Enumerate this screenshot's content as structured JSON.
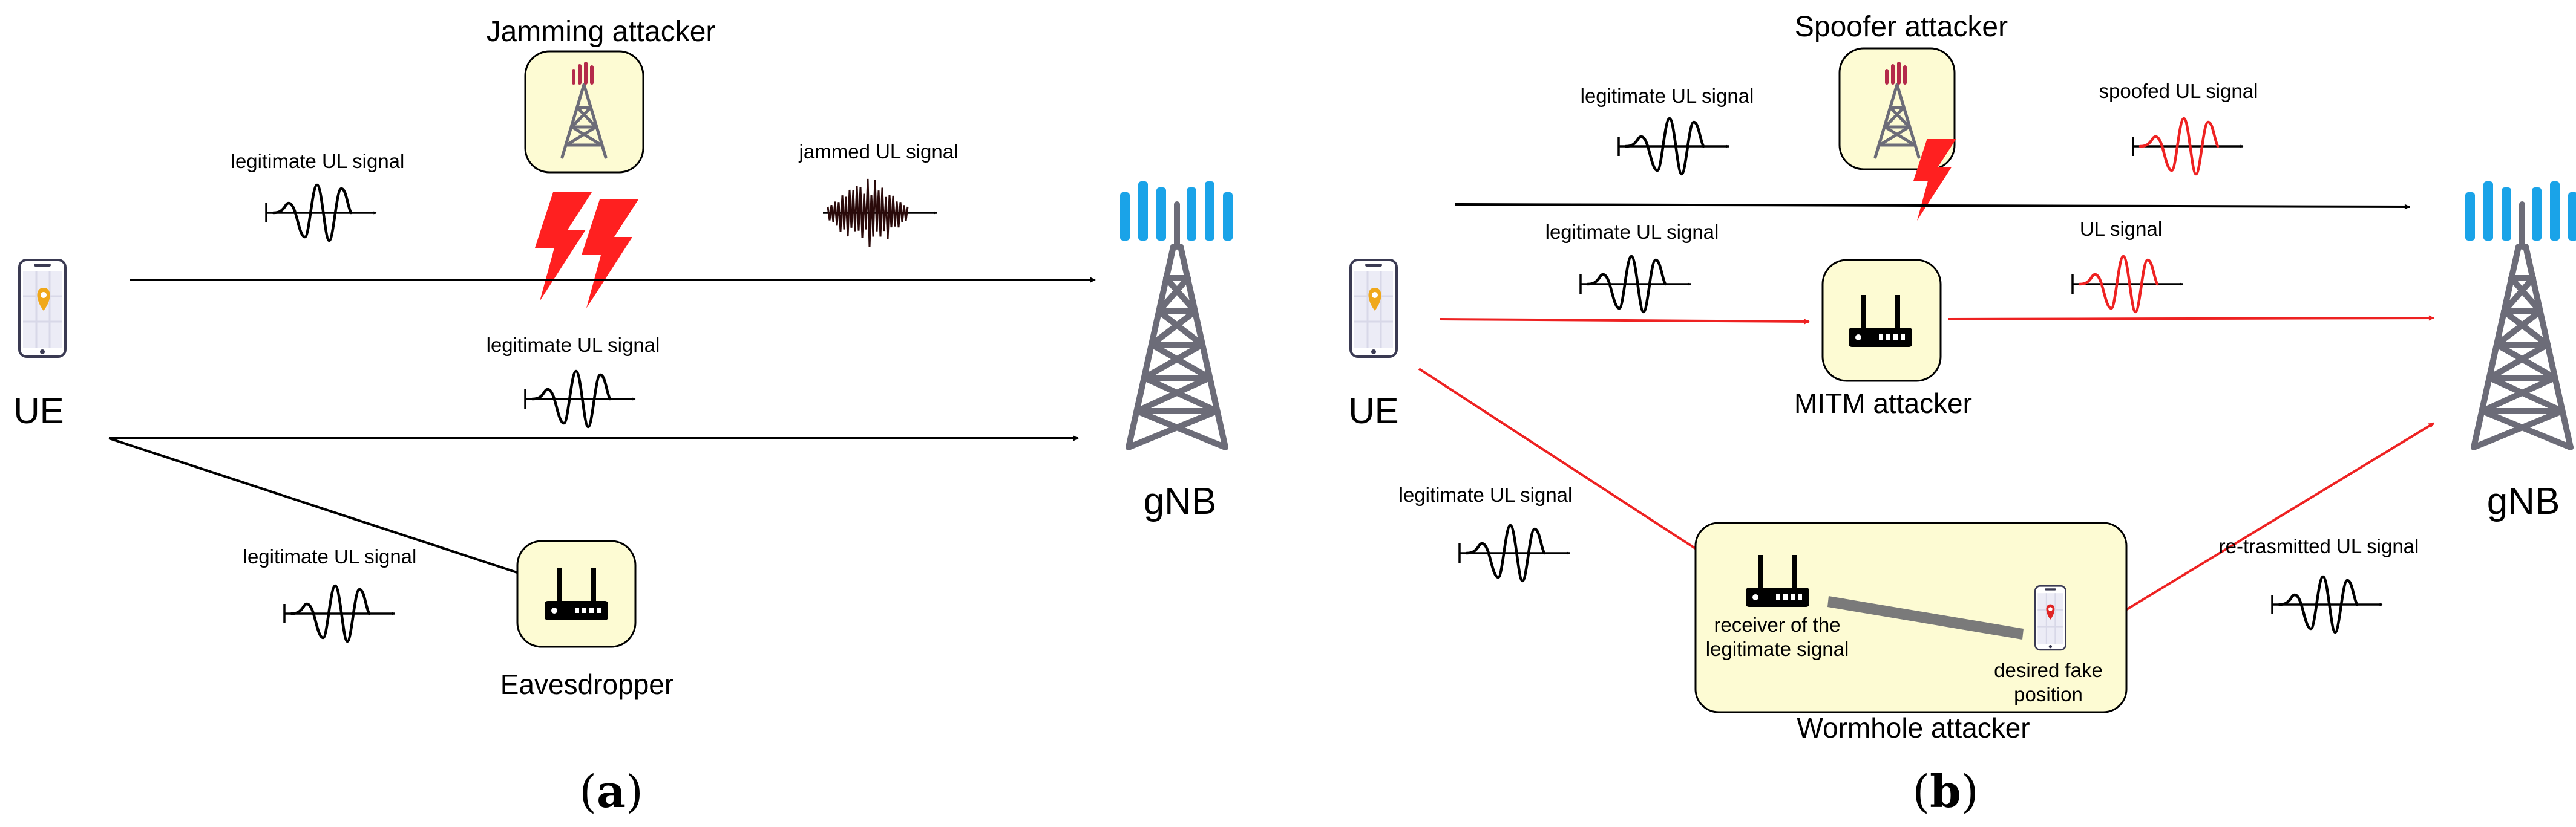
{
  "panel_a": {
    "caption_letter": "a",
    "ue_label": "UE",
    "gnb_label": "gNB",
    "jammer_title": "Jamming attacker",
    "eavesdropper_label": "Eavesdropper",
    "signal_top_left": "legitimate  UL signal",
    "signal_jammed": "jammed UL signal",
    "signal_middle": "legitimate  UL signal",
    "signal_bottom": "legitimate  UL signal"
  },
  "panel_b": {
    "caption_letter": "b",
    "ue_label": "UE",
    "gnb_label": "gNB",
    "spoofer_title": "Spoofer attacker",
    "mitm_label": "MITM attacker",
    "wormhole_label": "Wormhole attacker",
    "receiver_line1": "receiver of the",
    "receiver_line2": "legitimate signal",
    "fake_line1": "desired fake",
    "fake_line2": "position",
    "signal_top_left": "legitimate  UL signal",
    "signal_spoofed": "spoofed UL signal",
    "signal_mid_left": "legitimate  UL signal",
    "signal_mid_right": "UL signal",
    "signal_bottom_left": "legitimate  UL signal",
    "signal_retransmitted": "re-trasmitted UL signal"
  },
  "colors": {
    "attacker_box": "#fdfbd3",
    "tower": "#6c6c78",
    "antenna": "#1aa3e8",
    "red_link": "#ee2222",
    "phone_pin_ue": "#f0a81a",
    "phone_pin_fake": "#e02424"
  }
}
